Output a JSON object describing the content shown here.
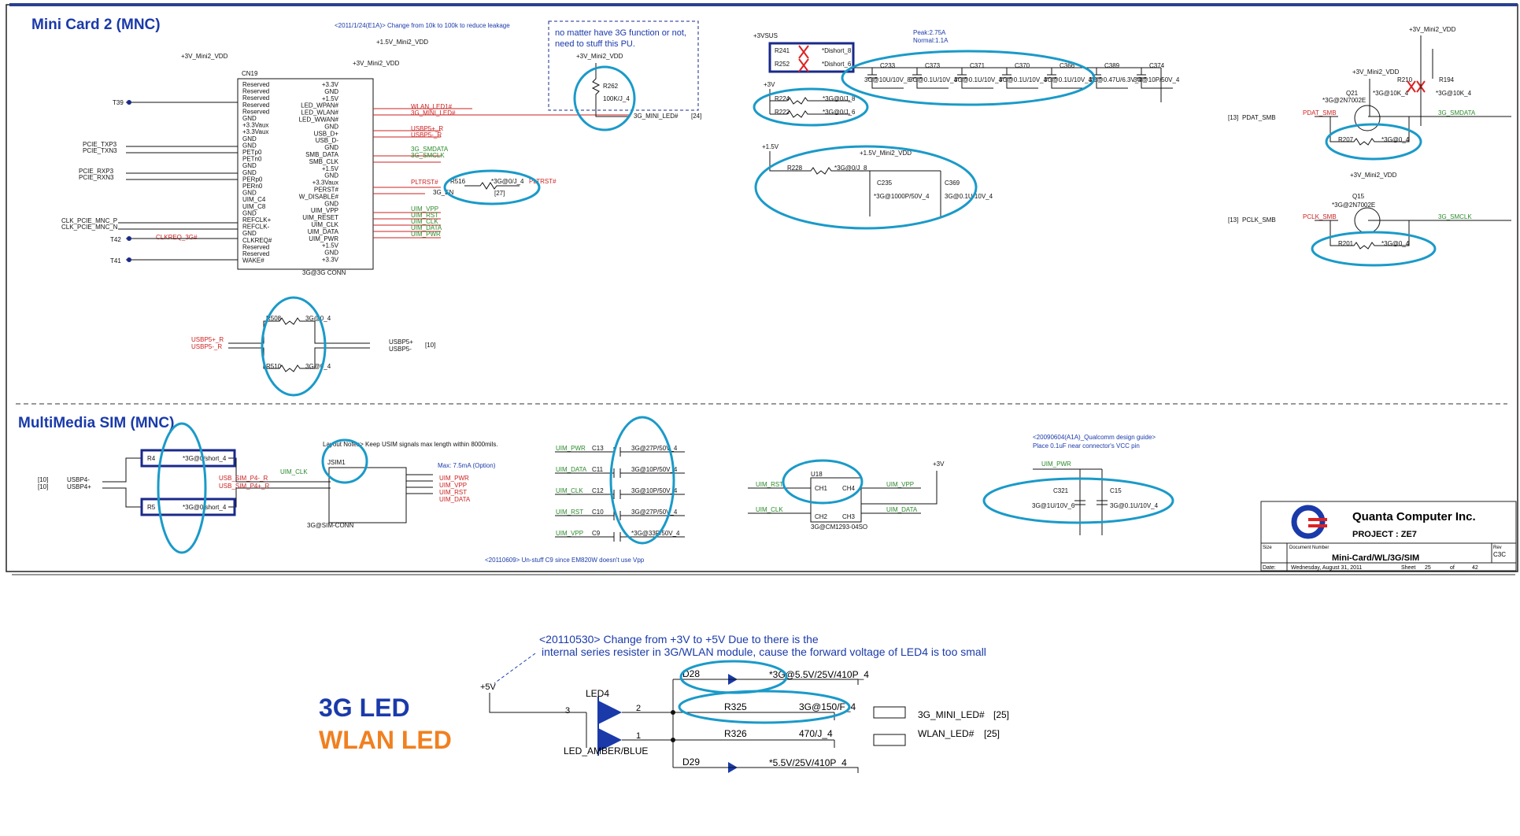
{
  "sections": {
    "mini_card": "Mini Card 2 (MNC)",
    "sim": "MultiMedia SIM (MNC)"
  },
  "notes": {
    "n1": "<2011/1/24(E1A)> Change from 10k to 100k to reduce leakage",
    "n2a": "no matter have 3G function or not,",
    "n2b": "need to stuff this PU.",
    "n3": "<20110609> Un-stuff C9 since EM820W doesn't use Vpp",
    "n4": "Layout Notes> Keep USIM signals max length within 8000mils.",
    "n5a": "<20090604(A1A)_Qualcomm design guide>",
    "n5b": "Place 0.1uF near connector's VCC pin",
    "n6a": "<20110530> Change from +3V to +5V Due to there is the",
    "n6b": "internal series resister in 3G/WLAN module, cause the forward voltage of LED4 is too small",
    "peak": "Peak:2.75A",
    "normal": "Normal:1.1A",
    "maxv": "Max: 7.5mA (Option)"
  },
  "connector": {
    "ref": "CN19",
    "name": "3G@3G CONN",
    "left_pins": [
      "Reserved",
      "Reserved",
      "Reserved",
      "Reserved",
      "Reserved",
      "GND",
      "+3.3Vaux",
      "+3.3Vaux",
      "GND",
      "GND",
      "PETp0",
      "PETn0",
      "GND",
      "GND",
      "PERp0",
      "PERn0",
      "GND",
      "UIM_C4",
      "UIM_C8",
      "GND",
      "REFCLK+",
      "REFCLK-",
      "GND",
      "CLKREQ#",
      "Reserved",
      "Reserved",
      "WAKE#"
    ],
    "right_pins": [
      "+3.3V",
      "GND",
      "+1.5V",
      "LED_WPAN#",
      "LED_WLAN#",
      "LED_WWAN#",
      "GND",
      "USB_D+",
      "USB_D-",
      "GND",
      "SMB_DATA",
      "SMB_CLK",
      "+1.5V",
      "GND",
      "+3.3Vaux",
      "PERST#",
      "W_DISABLE#",
      "GND",
      "UIM_VPP",
      "UIM_RESET",
      "UIM_CLK",
      "UIM_DATA",
      "UIM_PWR",
      "+1.5V",
      "GND",
      "+3.3V"
    ],
    "left_nets": [
      "PCIE_TXP3",
      "PCIE_TXN3",
      "PCIE_RXP3",
      "PCIE_RXN3",
      "CLK_PCIE_MNC_P",
      "CLK_PCIE_MNC_N",
      "CLKREQ_3G#"
    ],
    "right_nets": [
      "WLAN_LED1#",
      "3G_MINI_LED#",
      "USBP5+_R",
      "USBP5-_R",
      "3G_SMDATA",
      "3G_SMCLK",
      "PLTRST#",
      "3G_EN",
      "UIM_VPP",
      "UIM_RST",
      "UIM_CLK",
      "UIM_DATA",
      "UIM_PWR"
    ]
  },
  "labels": {
    "t39": "T39",
    "t42": "T42",
    "t41": "T41",
    "p3v_mini": "+3V_Mini2_VDD",
    "p15v_mini": "+1.5V_Mini2_VDD",
    "p3vsus": "+3VSUS",
    "p3v": "+3V",
    "p15v": "+1.5V",
    "p5v": "+5V",
    "r262": "R262",
    "r262v": "100K/J_4",
    "mini_led": "3G_MINI_LED#",
    "ref24": "[24]",
    "r516": "R516",
    "r516v": "*3G@0/J_4",
    "pltrst": "PLTRST#",
    "en3g": "3G_EN",
    "ref27": "[27]",
    "r508": "R508",
    "r510": "R510",
    "r508v": "3G@0_4",
    "usbp5p": "USBP5+",
    "usbp5n": "USBP5-",
    "usbp5pr": "USBP5+_R",
    "usbp5nr": "USBP5-_R",
    "ref10": "[10]",
    "r241": "R241",
    "r252": "R252",
    "dishort8": "*Dishort_8",
    "dishort6": "*Dishort_6",
    "c233": "C233",
    "c373": "C373",
    "c371": "C371",
    "c370": "C370",
    "c366": "C366",
    "c389": "C389",
    "c374": "C374",
    "cv1": "3G@10U/10V_8",
    "cv2": "3G@0.1U/10V_4",
    "cv3": "3G@0.1U/10V_4",
    "cv4": "3G@0.1U/10V_4",
    "cv5": "3G@0.1U/10V_4",
    "cv6": "3G@0.47U/6.3V_4",
    "cv7": "3G@10P/50V_4",
    "r224": "R224",
    "r222": "R222",
    "r224v": "*3G@0/J_8",
    "r222v": "*3G@0/J_6",
    "r228": "R228",
    "r228v": "*3G@0/J_8",
    "c235": "C235",
    "c369": "C369",
    "c235v": "*3G@1000P/50V_4",
    "c369v": "3G@0.1U/10V_4",
    "q21": "Q21",
    "q15": "Q15",
    "q_part": "*3G@2N7002E",
    "r210": "R210",
    "r194": "R194",
    "r210v": "*3G@10K_4",
    "r194v": "*3G@10K_4",
    "pdat": "PDAT_SMB",
    "pclk": "PCLK_SMB",
    "ref13": "[13]",
    "smdata": "3G_SMDATA",
    "smclk": "3G_SMCLK",
    "r207": "R207",
    "r201": "R201",
    "r207v": "*3G@0_4",
    "r4": "R4",
    "r5": "R5",
    "r4v": "*3G@0/short_4",
    "usbp4n": "USBP4-",
    "usbp4p": "USBP4+",
    "usbsim_n": "USB_SIM_P4-_R",
    "usbsim_p": "USB_SIM_P4+_R",
    "jsim": "JSIM1",
    "jsim_part": "3G@SIM-CONN",
    "uim_clk": "UIM_CLK",
    "uim_pwr": "UIM_PWR",
    "uim_vpp": "UIM_VPP",
    "uim_rst": "UIM_RST",
    "uim_data": "UIM_DATA",
    "c13": "C13",
    "c11": "C11",
    "c12": "C12",
    "c10": "C10",
    "c9": "C9",
    "c13v": "3G@27P/50V_4",
    "c11v": "3G@10P/50V_4",
    "c12v": "3G@10P/50V_4",
    "c10v": "3G@27P/50V_4",
    "c9v": "*3G@33P/50V_4",
    "u18": "U18",
    "u18p": "3G@CM1293-04SO",
    "ch1": "CH1",
    "ch2": "CH2",
    "ch3": "CH3",
    "ch4": "CH4",
    "c321": "C321",
    "c15": "C15",
    "c321v": "3G@1U/10V_6",
    "c15v": "3G@0.1U/10V_4",
    "company": "Quanta Computer Inc.",
    "project": "PROJECT : ZE7",
    "doc_title": "Mini-Card/WL/3G/SIM",
    "rev": "C3C",
    "date": "Wednesday, August 31, 2011",
    "sheet": "25",
    "of": "42",
    "size": "Size",
    "docnum": "Document Number",
    "revlbl": "Rev",
    "datelbl": "Date:",
    "sheetlbl": "Sheet",
    "oflbl": "of",
    "d28": "D28",
    "d28v": "*3G@5.5V/25V/410P_4",
    "d29": "D29",
    "d29v": "*5.5V/25V/410P_4",
    "r325": "R325",
    "r325v": "3G@150/F_4",
    "r326": "R326",
    "r326v": "470/J_4",
    "led4": "LED4",
    "led4p": "LED_AMBER/BLUE",
    "mini_led2": "3G_MINI_LED#",
    "wlan_led": "WLAN_LED#",
    "ref25": "[25]",
    "big_3g": "3G LED",
    "big_wlan": "WLAN LED"
  },
  "colors": {
    "accent": "#1a3aaa",
    "highlight": "#1a9ac9",
    "net": "#cc2222",
    "wlan": "#f08020"
  }
}
